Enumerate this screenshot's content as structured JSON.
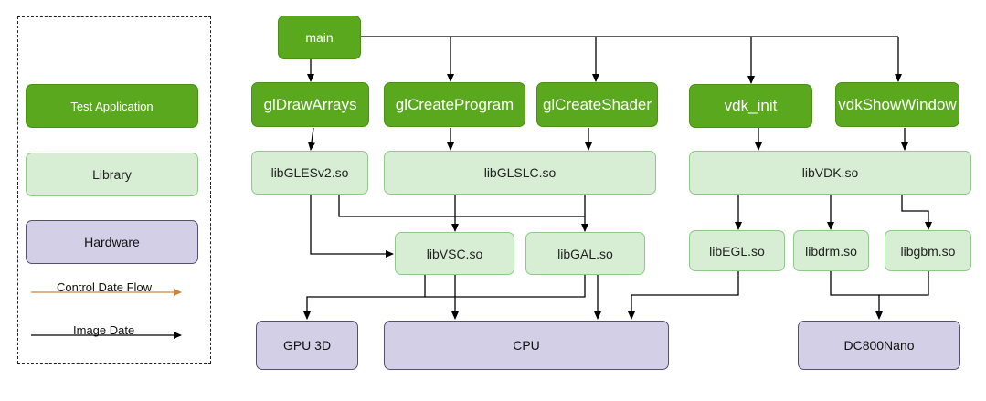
{
  "legend": {
    "application": "Test Application",
    "library": "Library",
    "hardware": "Hardware",
    "control_flow": "Control Date Flow",
    "image_flow": "Image Date"
  },
  "apps": {
    "main": "main",
    "gl_draw_arrays": "glDrawArrays",
    "gl_create_program": "glCreateProgram",
    "gl_create_shader": "glCreateShader",
    "vdk_init": "vdk_init",
    "vdk_show_window": "vdkShowWindow"
  },
  "libraries": {
    "libglesv2": "libGLESv2.so",
    "libglslc": "libGLSLC.so",
    "libvdk": "libVDK.so",
    "libvsc": "libVSC.so",
    "libgal": "libGAL.so",
    "libegl": "libEGL.so",
    "libdrm": "libdrm.so",
    "libgbm": "libgbm.so"
  },
  "hardware": {
    "gpu_3d": "GPU 3D",
    "cpu": "CPU",
    "dc800nano": "DC800Nano"
  },
  "colors": {
    "application": "#5aa81e",
    "library": "#d7eed4",
    "hardware": "#d2cfe6",
    "control_flow": "#c9863b",
    "image_flow": "#000000"
  }
}
